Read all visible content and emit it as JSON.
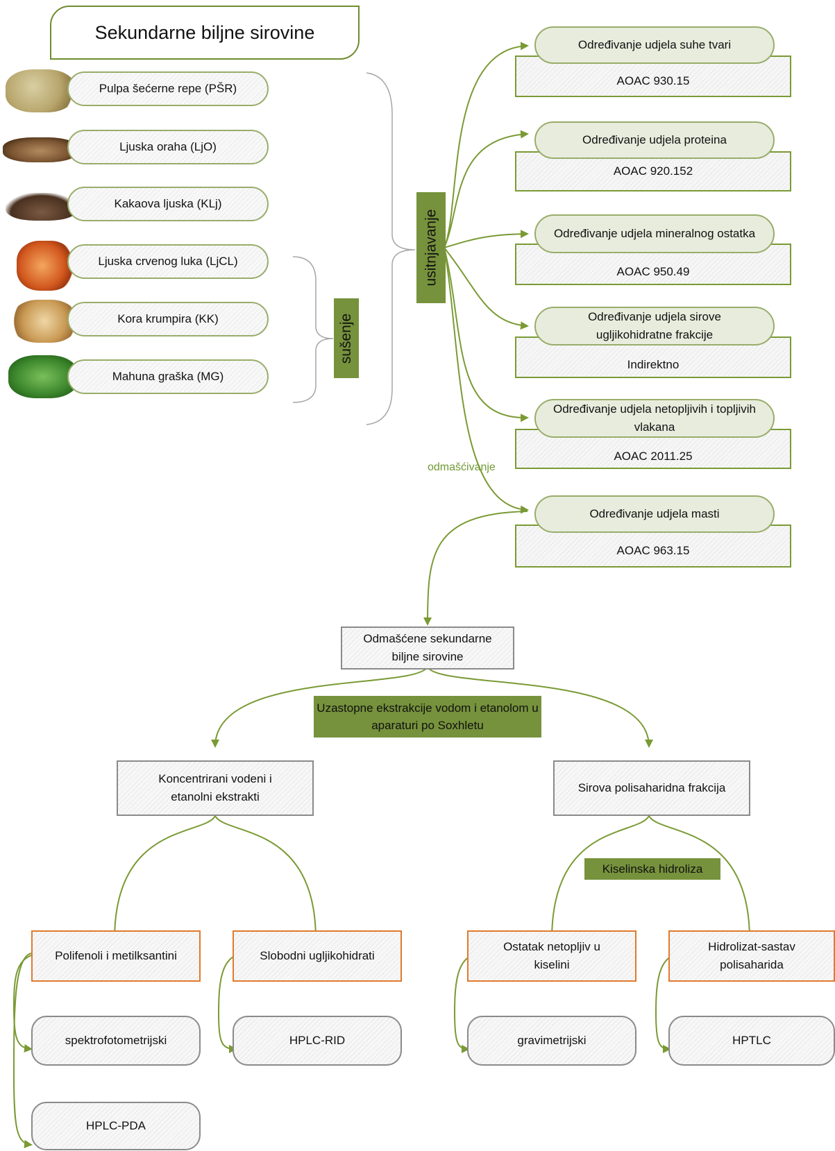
{
  "title": "Sekundarne biljne sirovine",
  "raw_materials": [
    "Pulpa šećerne repe (PŠR)",
    "Ljuska oraha (LjO)",
    "Kakaova ljuska (KLj)",
    "Ljuska crvenog luka (LjCL)",
    "Kora krumpira (KK)",
    "Mahuna graška (MG)"
  ],
  "process": {
    "drying": "sušenje",
    "grinding": "usitnjavanje",
    "defatting": "odmašćivanje"
  },
  "analyses": [
    {
      "name": "Određivanje udjela suhe tvari",
      "method": "AOAC 930.15"
    },
    {
      "name": "Određivanje udjela proteina",
      "method": "AOAC 920.152"
    },
    {
      "name": "Određivanje udjela mineralnog ostatka",
      "method": "AOAC 950.49"
    },
    {
      "name": "Određivanje udjela sirove ugljikohidratne frakcije",
      "method": "Indirektno"
    },
    {
      "name": "Određivanje udjela netopljivih i topljivih vlakana",
      "method": "AOAC 2011.25"
    },
    {
      "name": "Određivanje udjela masti",
      "method": "AOAC 963.15"
    }
  ],
  "defatted": "Odmašćene sekundarne biljne sirovine",
  "extraction": "Uzastopne ekstrakcije vodom i etanolom u aparaturi po Soxhletu",
  "extracts": "Koncentrirani vodeni i etanolni ekstrakti",
  "polysaccharide": "Sirova polisaharidna frakcija",
  "hydrolysis": "Kiselinska hidroliza",
  "fractions": {
    "polyphenols": "Polifenoli i metilksantini",
    "free_carbs": "Slobodni ugljikohidrati",
    "acid_residue": "Ostatak netopljiv u kiselini",
    "hydrolysate": "Hidrolizat-sastav polisaharida"
  },
  "techniques": {
    "spectro": "spektrofotometrijski",
    "hplc_pda": "HPLC-PDA",
    "hplc_rid": "HPLC-RID",
    "gravimetric": "gravimetrijski",
    "hptlc": "HPTLC"
  },
  "colors": {
    "accent_green": "#76923c",
    "line_green": "#7a9a34",
    "orange": "#e07a2e"
  }
}
